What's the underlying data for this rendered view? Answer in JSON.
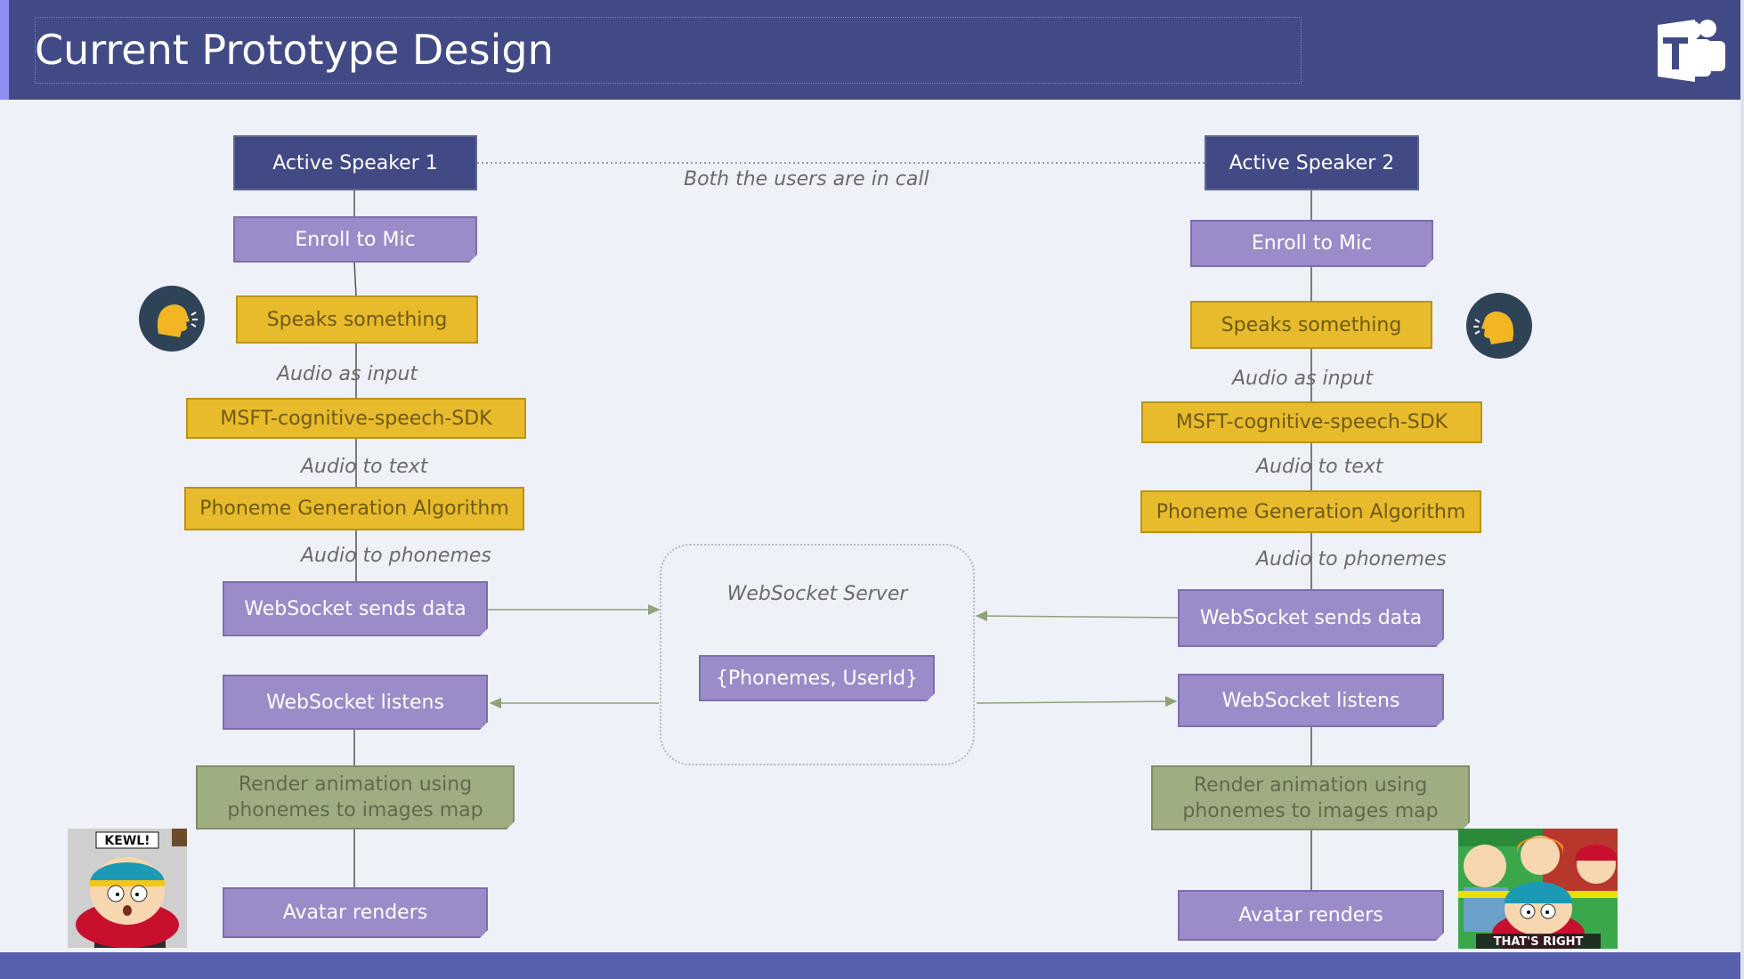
{
  "slide": {
    "title": "Current Prototype Design"
  },
  "diagram": {
    "connector_note": "Both the users are in call",
    "left": {
      "speaker": "Active Speaker 1",
      "enroll": "Enroll to Mic",
      "speaks": "Speaks something",
      "audio_input_label": "Audio as input",
      "sdk": "MSFT-cognitive-speech-SDK",
      "audio_text_label": "Audio to text",
      "phoneme_algo": "Phoneme Generation Algorithm",
      "audio_phonemes_label": "Audio to phonemes",
      "ws_sends": "WebSocket sends data",
      "ws_listens": "WebSocket listens",
      "render": "Render animation using phonemes to images map",
      "avatar": "Avatar renders",
      "sticker_text": "KEWL!"
    },
    "right": {
      "speaker": "Active Speaker 2",
      "enroll": "Enroll to Mic",
      "speaks": "Speaks something",
      "audio_input_label": "Audio as input",
      "sdk": "MSFT-cognitive-speech-SDK",
      "audio_text_label": "Audio to text",
      "phoneme_algo": "Phoneme Generation Algorithm",
      "audio_phonemes_label": "Audio to phonemes",
      "ws_sends": "WebSocket sends data",
      "ws_listens": "WebSocket listens",
      "render": "Render animation using phonemes to images map",
      "avatar": "Avatar renders",
      "sticker_text": "THAT'S RIGHT"
    },
    "server": {
      "label": "WebSocket Server",
      "payload": "{Phonemes, UserId}"
    }
  },
  "icons": {
    "logo": "microsoft-teams-logo-icon",
    "speaker_left": "speaking-head-icon",
    "speaker_right": "speaking-head-icon"
  },
  "colors": {
    "header": "#414a85",
    "purple_box": "#9b8bc9",
    "yellow_box": "#e8bb2c",
    "green_box": "#9fad83",
    "footer": "#5a60b0"
  }
}
